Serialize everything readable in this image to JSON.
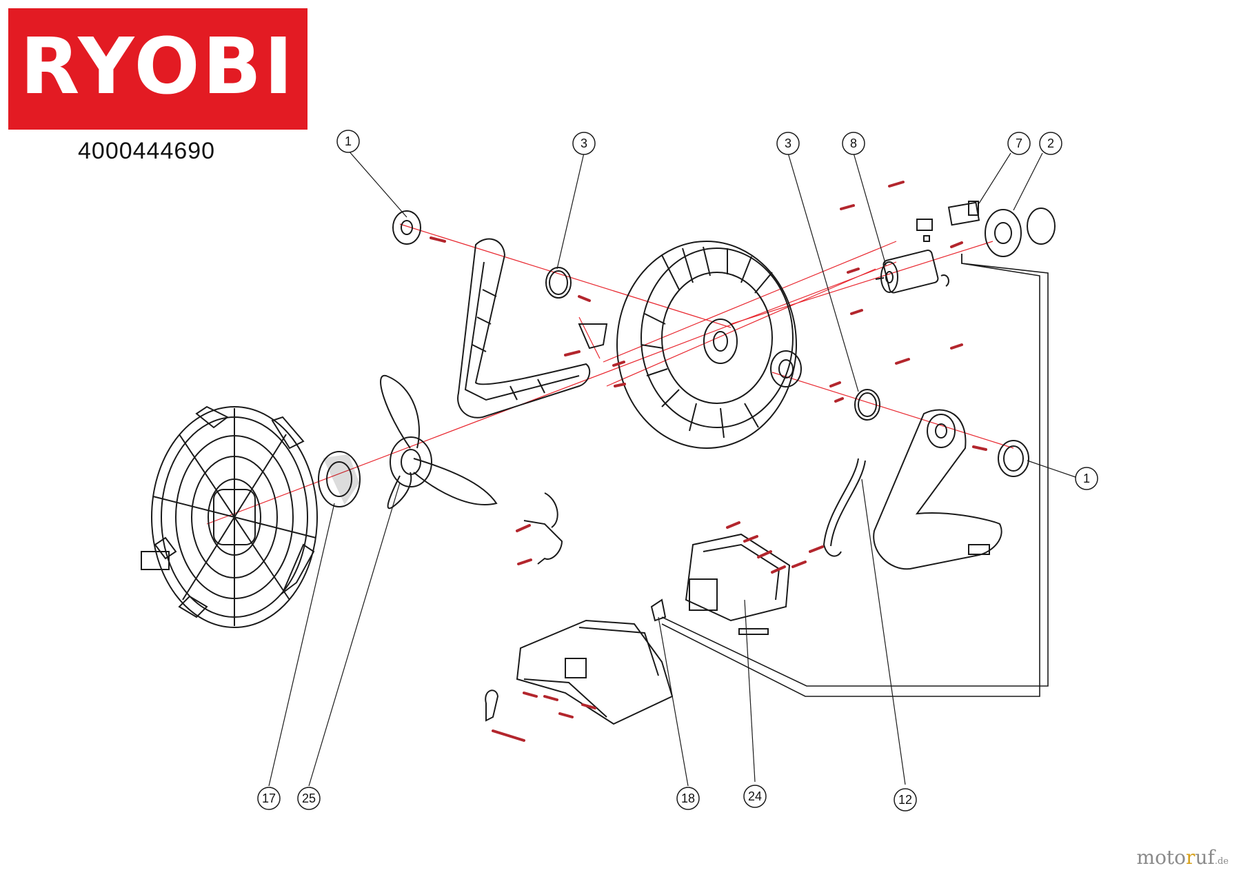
{
  "brand": {
    "logo_text": "RYOBI",
    "color": "#e31b23"
  },
  "document": {
    "part_number": "4000444690"
  },
  "watermark": {
    "main_a": "moto",
    "accent": "r",
    "main_b": "uf",
    "suffix": ".de"
  },
  "callouts": [
    "1",
    "3",
    "3",
    "8",
    "7",
    "2",
    "1",
    "17",
    "25",
    "18",
    "24",
    "12"
  ],
  "colors": {
    "line": "#1a1a1a",
    "leader_red": "#e8262e",
    "screw": "#b3262d"
  }
}
